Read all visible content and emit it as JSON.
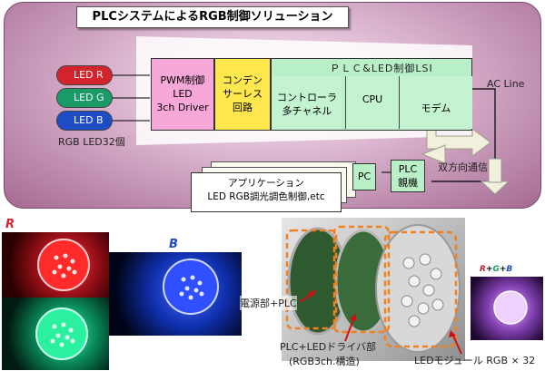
{
  "diagram": {
    "title": "PLCシステムによるRGB制御ソリューション",
    "leds": {
      "r": "LED  R",
      "g": "LED  G",
      "b": "LED  B",
      "caption": "RGB  LED32個"
    },
    "pwm": "PWM制御\nLED\n3ch  Driver",
    "cap": "コンデン\nサーレス\n回路",
    "lsi_title": "ＰＬＣ&LED制御LSI",
    "controller": "コントローラ\n多チャネル",
    "cpu": "CPU",
    "modem": "モデム",
    "ac_line": "AC Line",
    "bidirectional": "双方向通信",
    "pc": "PC",
    "parent": "PLC\n親機",
    "app": "アプリケーション\nLED  RGB調光調色制御,etc"
  },
  "photos": {
    "red_label": "R",
    "blue_label": "B",
    "mix_label": "R+G+B",
    "mix_r": "R",
    "mix_plus1": "+",
    "mix_g": "G",
    "mix_plus2": "+",
    "mix_b": "B",
    "power_plc": "電源部+PLC",
    "driver_line1": "PLC+LEDドライバ部",
    "driver_line2": "(RGB3ch.構造)",
    "led_module": "LEDモジュール RGB × 32"
  },
  "colors": {
    "red": "#d3232c",
    "green": "#1a9a66",
    "blue": "#1d4cc4",
    "pwm": "#f7a8d8",
    "cap": "#ffe74d",
    "lsi": "#b9f0c8"
  }
}
